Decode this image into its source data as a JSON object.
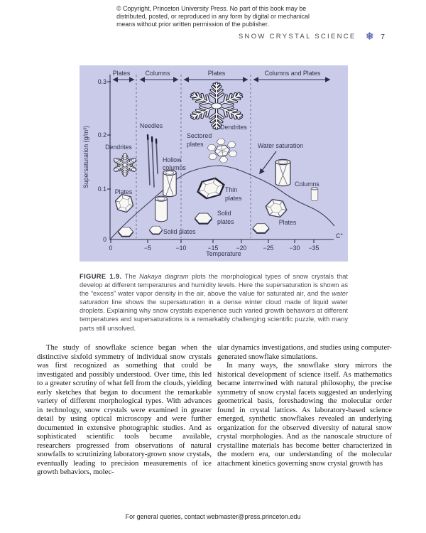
{
  "copyright": {
    "lines": [
      "© Copyright, Princeton University Press. No part of this book may be",
      "distributed, posted, or reproduced in any form by digital or mechanical",
      "means without prior written permission of the publisher."
    ]
  },
  "header": {
    "title": "SNOW CRYSTAL SCIENCE",
    "snowflake_icon": "❅",
    "page_number": "7"
  },
  "figure": {
    "region_labels": [
      "Plates",
      "Columns",
      "Plates",
      "Columns and Plates"
    ],
    "y_axis_label": "Supersaturation (g/m³)",
    "y_ticks": [
      "0.3",
      "0.2",
      "0.1",
      "0"
    ],
    "x_ticks": [
      "0",
      "−5",
      "−10",
      "−15",
      "−20",
      "−25",
      "−30",
      "−35"
    ],
    "x_axis_unit": "C°",
    "x_axis_label": "Temperature",
    "labels": {
      "dendrites_left": "Dendrites",
      "plates_left": "Plates",
      "needles": "Needles",
      "hollow_line1": "Hollow",
      "hollow_line2": "columns",
      "solid_plates_bottom": "Solid plates",
      "dendrites_center": "Dendrites",
      "sectored_line1": "Sectored",
      "sectored_line2": "plates",
      "thin_line1": "Thin",
      "thin_line2": "plates",
      "solid_line1": "Solid",
      "solid_line2": "plates",
      "water_saturation": "Water saturation",
      "columns_right": "Columns",
      "plates_right": "Plates"
    },
    "colors": {
      "background": "#cacbe9",
      "line": "#3d3d55"
    }
  },
  "caption": {
    "label": "FIGURE 1.9.",
    "t1": " The ",
    "i1": "Nakaya diagram",
    "t2": " plots the morphological types of snow crystals that develop at different temperatures and humidity levels. Here the supersaturation is shown as the “excess” water vapor density in the air, above the value for saturated air, and the ",
    "i2": "water saturation",
    "t3": " line shows the supersaturation in a dense winter cloud made of liquid water droplets. Explaining why snow crystals experience such varied growth behaviors at different temperatures and supersaturations is a remarkably challenging scientific puzzle, with many parts still unsolved."
  },
  "body": {
    "left": [
      "The study of snowflake science began when the distinctive sixfold symmetry of individual snow crystals was first recognized as something that could be investigated and possibly understood. Over time, this led to a greater scrutiny of what fell from the clouds, yielding early sketches that began to document the remarkable variety of different morphological types. With advances in technology, snow crystals were examined in greater detail by using optical microscopy and were further documented in extensive photographic studies. And as sophisticated scientific tools became available, researchers progressed from observations of natural snowfalls to scrutinizing laboratory-grown snow crystals, eventually leading to precision measurements of ice growth behaviors, molec-"
    ],
    "right": [
      "ular dynamics investigations, and studies using computer-generated snowflake simulations.",
      "In many ways, the snowflake story mirrors the historical development of science itself. As mathematics became intertwined with natural philosophy, the precise symmetry of snow crystal facets suggested an underlying geometrical basis, foreshadowing the molecular order found in crystal lattices. As laboratory-based science emerged, synthetic snowflakes revealed an underlying organization for the observed diversity of natural snow crystal morphologies. And as the nanoscale structure of crystalline materials has become better characterized in the modern era, our understanding of the molecular attachment kinetics governing snow crystal growth has"
    ]
  },
  "footer": "For general queries, contact webmaster@press.princeton.edu"
}
